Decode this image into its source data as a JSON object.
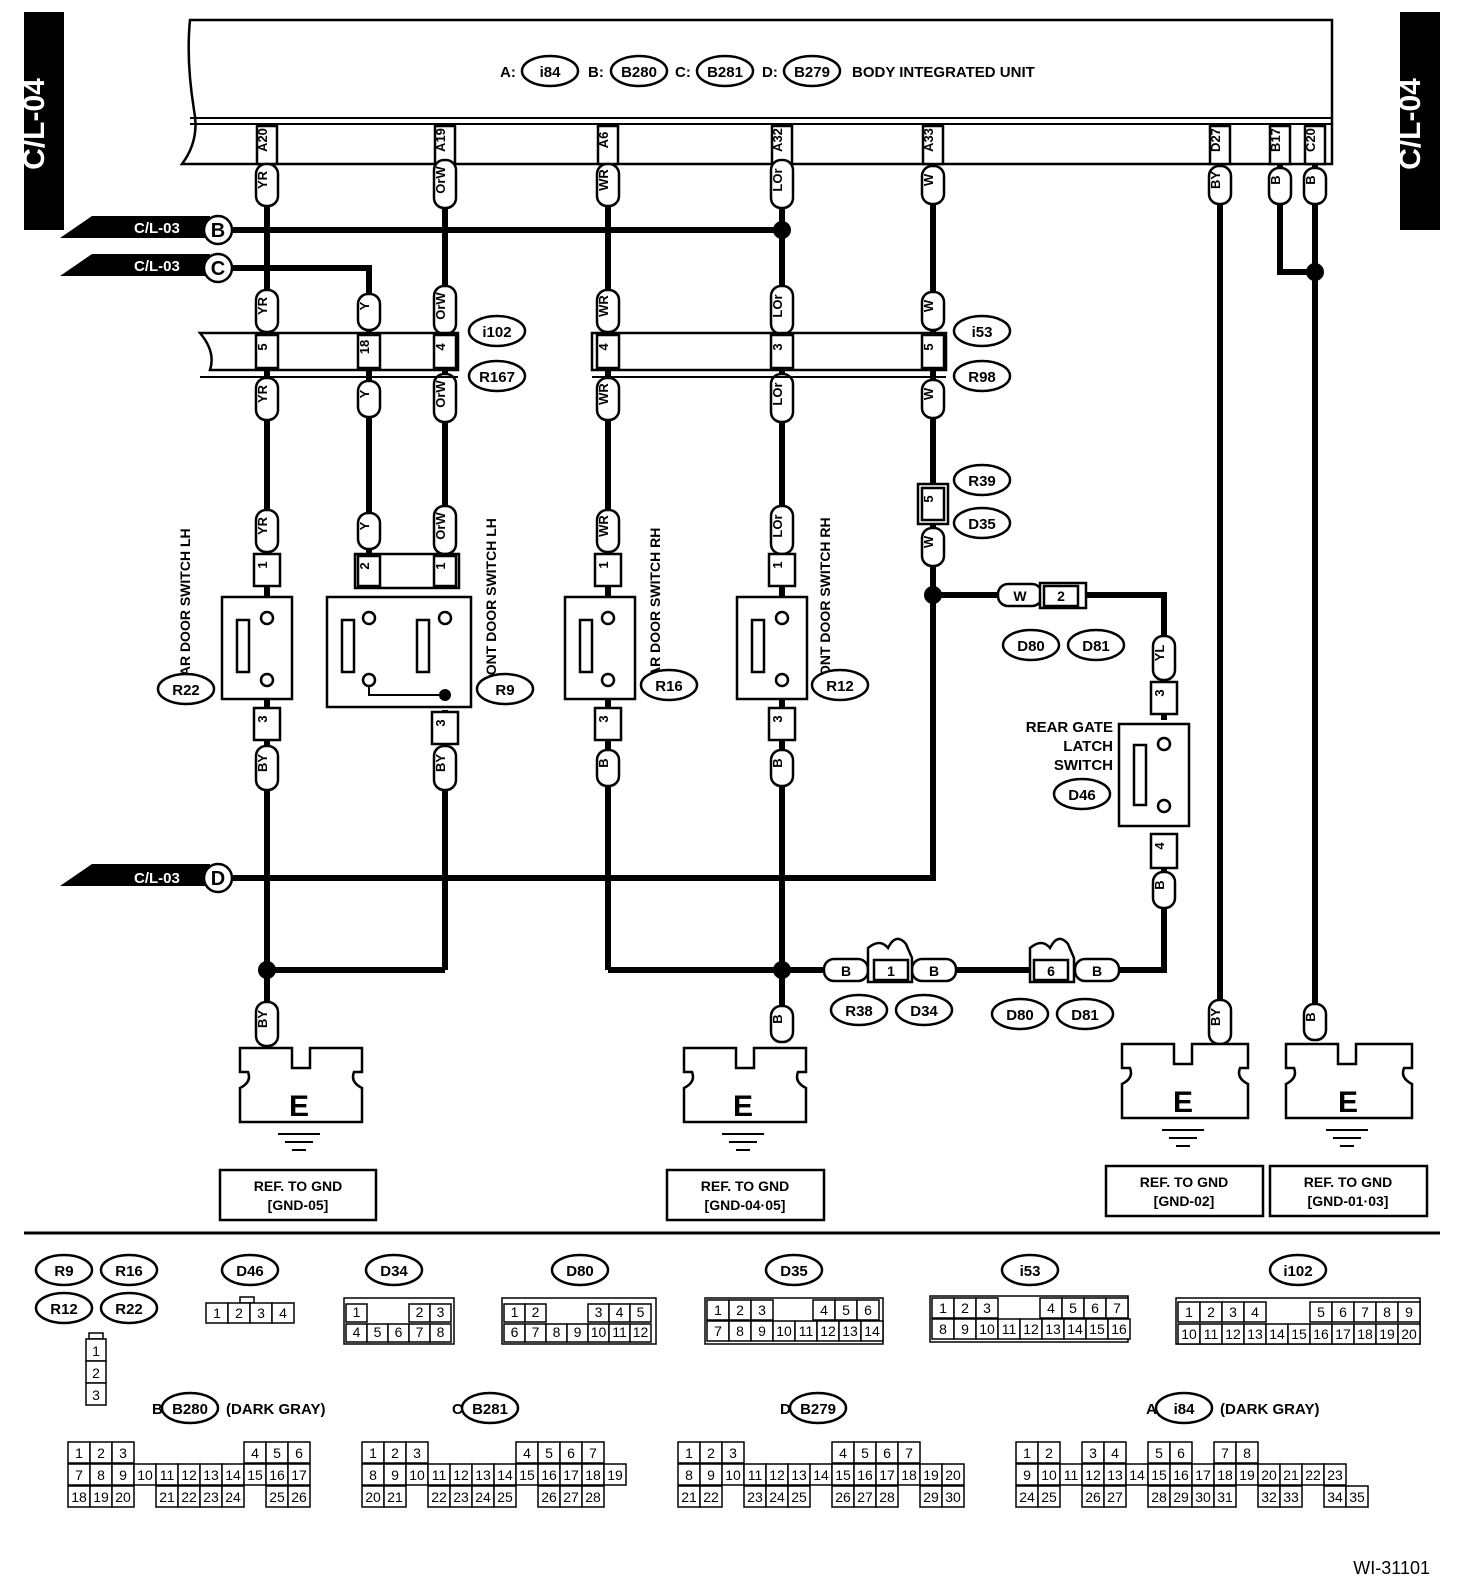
{
  "unit": {
    "title": "BODY INTEGRATED UNIT",
    "connectors": [
      {
        "letter": "A:",
        "code": "i84"
      },
      {
        "letter": "B:",
        "code": "B280"
      },
      {
        "letter": "C:",
        "code": "B281"
      },
      {
        "letter": "D:",
        "code": "B279"
      }
    ],
    "side_tag": "C/L-04",
    "pins": [
      {
        "pin": "A20",
        "color": "YR"
      },
      {
        "pin": "A19",
        "color": "OrW"
      },
      {
        "pin": "A6",
        "color": "WR"
      },
      {
        "pin": "A32",
        "color": "LOr"
      },
      {
        "pin": "A33",
        "color": "W"
      },
      {
        "pin": "D27",
        "color": "BY"
      },
      {
        "pin": "B17",
        "color": "B"
      },
      {
        "pin": "C20",
        "color": "B"
      }
    ]
  },
  "offpage": [
    {
      "ref": "C/L-03",
      "letter": "B"
    },
    {
      "ref": "C/L-03",
      "letter": "C"
    },
    {
      "ref": "C/L-03",
      "letter": "D"
    }
  ],
  "wire_colors": {
    "YR": "YR",
    "Y": "Y",
    "OrW": "OrW",
    "WR": "WR",
    "LOr": "LOr",
    "W": "W",
    "BY": "BY",
    "B": "B",
    "YL": "YL"
  },
  "connector_labels": {
    "i102": "i102",
    "R167": "R167",
    "i53": "i53",
    "R98": "R98",
    "R39": "R39",
    "D35": "D35",
    "D80": "D80",
    "D81": "D81",
    "D46": "D46",
    "R38": "R38",
    "D34": "D34",
    "R22": "R22",
    "R9": "R9",
    "R16": "R16",
    "R12": "R12"
  },
  "pin_numbers": {
    "p1": "1",
    "p2": "2",
    "p3": "3",
    "p4": "4",
    "p5": "5",
    "p6": "6",
    "p18": "18"
  },
  "switches": {
    "rear_lh": "REAR DOOR SWITCH LH",
    "front_lh": "FRONT DOOR SWITCH LH",
    "rear_rh": "REAR DOOR SWITCH RH",
    "front_rh": "FRONT DOOR SWITCH RH",
    "rear_gate": [
      "REAR GATE",
      "LATCH",
      "SWITCH"
    ]
  },
  "grounds": [
    {
      "letter": "E",
      "ref_line1": "REF. TO GND",
      "ref_line2": "[GND-05]"
    },
    {
      "letter": "E",
      "ref_line1": "REF. TO GND",
      "ref_line2": "[GND-04·05]"
    },
    {
      "letter": "E",
      "ref_line1": "REF. TO GND",
      "ref_line2": "[GND-02]"
    },
    {
      "letter": "E",
      "ref_line1": "REF. TO GND",
      "ref_line2": "[GND-01·03]"
    }
  ],
  "legend": {
    "r_group": [
      "R9",
      "R16",
      "R12",
      "R22"
    ],
    "r_pins": [
      "1",
      "2",
      "3"
    ],
    "d46": {
      "name": "D46",
      "pins": [
        "1",
        "2",
        "3",
        "4"
      ]
    },
    "d34": {
      "name": "D34",
      "top": [
        "1",
        "2",
        "3"
      ],
      "bottom": [
        "4",
        "5",
        "6",
        "7",
        "8"
      ]
    },
    "d80": {
      "name": "D80",
      "top": [
        "1",
        "2",
        "3",
        "4",
        "5"
      ],
      "bottom": [
        "6",
        "7",
        "8",
        "9",
        "10",
        "11",
        "12"
      ]
    },
    "d35": {
      "name": "D35",
      "top": [
        "1",
        "2",
        "3",
        "4",
        "5",
        "6"
      ],
      "bottom": [
        "7",
        "8",
        "9",
        "10",
        "11",
        "12",
        "13",
        "14"
      ]
    },
    "i53": {
      "name": "i53",
      "top": [
        "1",
        "2",
        "3",
        "4",
        "5",
        "6",
        "7"
      ],
      "bottom": [
        "8",
        "9",
        "10",
        "11",
        "12",
        "13",
        "14",
        "15",
        "16"
      ]
    },
    "i102": {
      "name": "i102",
      "top": [
        "1",
        "2",
        "3",
        "4",
        "5",
        "6",
        "7",
        "8",
        "9"
      ],
      "bottom": [
        "10",
        "11",
        "12",
        "13",
        "14",
        "15",
        "16",
        "17",
        "18",
        "19",
        "20"
      ]
    },
    "b280": {
      "prefix": "B:",
      "name": "B280",
      "note": "(DARK GRAY)",
      "row1": [
        "1",
        "2",
        "3",
        "4",
        "5",
        "6"
      ],
      "row2": [
        "7",
        "8",
        "9",
        "10",
        "11",
        "12",
        "13",
        "14",
        "15",
        "16",
        "17"
      ],
      "row3": [
        "18",
        "19",
        "20",
        "21",
        "22",
        "23",
        "24",
        "25",
        "26"
      ]
    },
    "b281": {
      "prefix": "C:",
      "name": "B281",
      "note": "",
      "row1": [
        "1",
        "2",
        "3",
        "4",
        "5",
        "6",
        "7"
      ],
      "row2": [
        "8",
        "9",
        "10",
        "11",
        "12",
        "13",
        "14",
        "15",
        "16",
        "17",
        "18",
        "19"
      ],
      "row3": [
        "20",
        "21",
        "22",
        "23",
        "24",
        "25",
        "26",
        "27",
        "28"
      ]
    },
    "b279": {
      "prefix": "D:",
      "name": "B279",
      "note": "",
      "row1": [
        "1",
        "2",
        "3",
        "4",
        "5",
        "6",
        "7"
      ],
      "row2": [
        "8",
        "9",
        "10",
        "11",
        "12",
        "13",
        "14",
        "15",
        "16",
        "17",
        "18",
        "19",
        "20"
      ],
      "row3": [
        "21",
        "22",
        "23",
        "24",
        "25",
        "26",
        "27",
        "28",
        "29",
        "30"
      ]
    },
    "i84": {
      "prefix": "A:",
      "name": "i84",
      "note": "(DARK GRAY)",
      "row1": [
        "1",
        "2",
        "3",
        "4",
        "5",
        "6",
        "7",
        "8"
      ],
      "row2": [
        "9",
        "10",
        "11",
        "12",
        "13",
        "14",
        "15",
        "16",
        "17",
        "18",
        "19",
        "20",
        "21",
        "22",
        "23"
      ],
      "row3": [
        "24",
        "25",
        "26",
        "27",
        "28",
        "29",
        "30",
        "31",
        "32",
        "33",
        "34",
        "35"
      ]
    }
  },
  "figure_id": "WI-31101"
}
